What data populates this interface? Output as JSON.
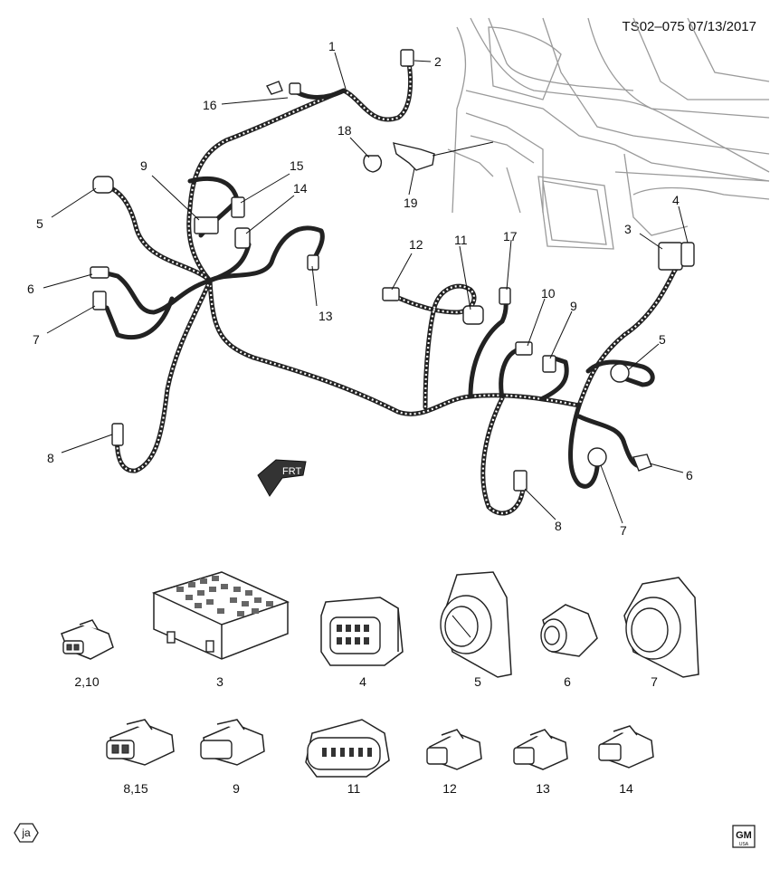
{
  "header": {
    "ref": "TS02–075 07/13/2017"
  },
  "callouts": [
    "1",
    "2",
    "3",
    "4",
    "5",
    "6",
    "7",
    "8",
    "9",
    "10",
    "11",
    "12",
    "13",
    "14",
    "15",
    "16",
    "17",
    "18",
    "19"
  ],
  "front_arrow": {
    "text": "FRT"
  },
  "legend": {
    "row1": [
      "2,10",
      "3",
      "4",
      "5",
      "6",
      "7"
    ],
    "row2": [
      "8,15",
      "9",
      "11",
      "12",
      "13",
      "14"
    ]
  },
  "badges": {
    "ja": "ja",
    "gm_top": "GM",
    "gm_bottom": "USA"
  }
}
